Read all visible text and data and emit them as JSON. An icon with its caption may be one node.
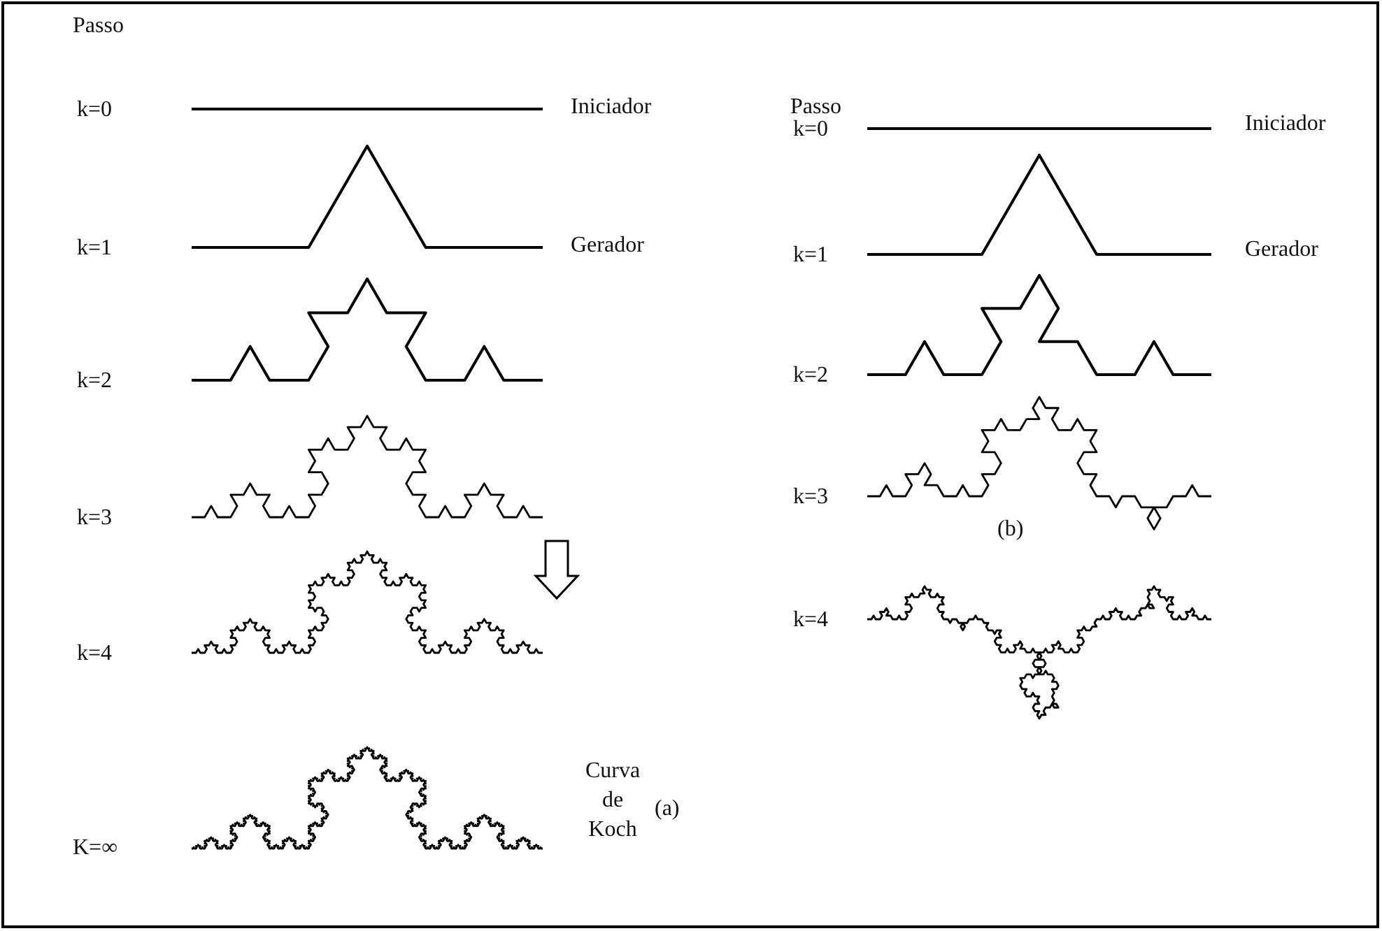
{
  "diagram": {
    "labels": [
      "Passo",
      "k=0",
      "Iniciador",
      "k=1",
      "Gerador",
      "k=2",
      "k=3",
      "k=4",
      "Curva de Koch",
      "K=∞",
      "(a)",
      "Passo",
      "k=0",
      "Iniciador",
      "k=1",
      "Gerador",
      "k=2",
      "k=3",
      "k=4",
      "(b)"
    ]
  }
}
